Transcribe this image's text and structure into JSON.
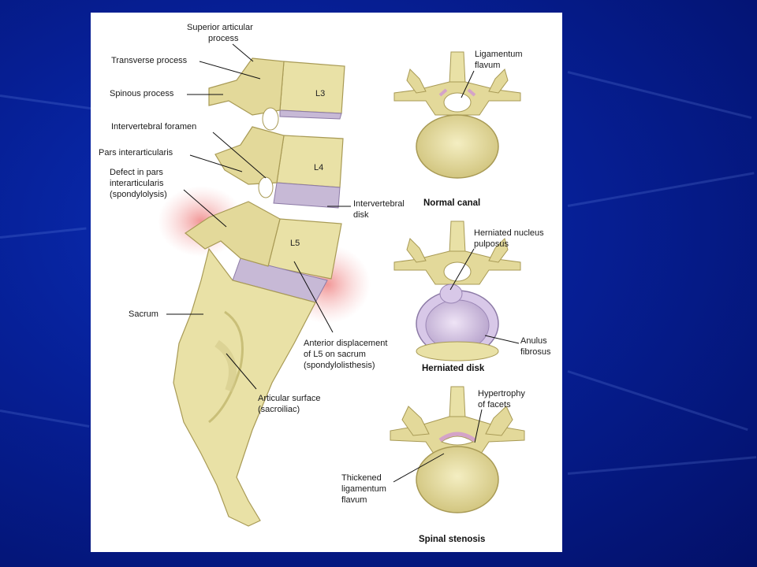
{
  "labels": {
    "superior_articular": [
      "Superior articular",
      "process"
    ],
    "transverse_process": [
      "Transverse process"
    ],
    "spinous_process": [
      "Spinous process"
    ],
    "intervertebral_foramen": [
      "Intervertebral foramen"
    ],
    "pars_interarticularis": [
      "Pars interarticularis"
    ],
    "defect_pars": [
      "Defect in pars",
      "interarticularis",
      "(spondylolysis)"
    ],
    "intervertebral_disk": [
      "Intervertebral",
      "disk"
    ],
    "sacrum": [
      "Sacrum"
    ],
    "anterior_displacement": [
      "Anterior displacement",
      "of L5 on sacrum",
      "(spondylolisthesis)"
    ],
    "articular_surface": [
      "Articular surface",
      "(sacroiliac)"
    ],
    "ligamentum_flavum": [
      "Ligamentum",
      "flavum"
    ],
    "herniated_nucleus": [
      "Herniated nucleus",
      "pulposus"
    ],
    "anulus_fibrosus": [
      "Anulus",
      "fibrosus"
    ],
    "hypertrophy_facets": [
      "Hypertrophy",
      "of facets"
    ],
    "thickened_ligamentum": [
      "Thickened",
      "ligamentum",
      "flavum"
    ]
  },
  "levels": {
    "l3": "L3",
    "l4": "L4",
    "l5": "L5"
  },
  "captions": {
    "normal": "Normal canal",
    "herniated": "Herniated disk",
    "stenosis": "Spinal stenosis"
  },
  "colors": {
    "background_blue": "#061f95",
    "bone": "#e9e1a6",
    "bone_shadow": "#c9bf78",
    "disk": "#c7b9d6",
    "inflammation": "#f2a1a1",
    "nucleus": "#d8c8e8"
  }
}
